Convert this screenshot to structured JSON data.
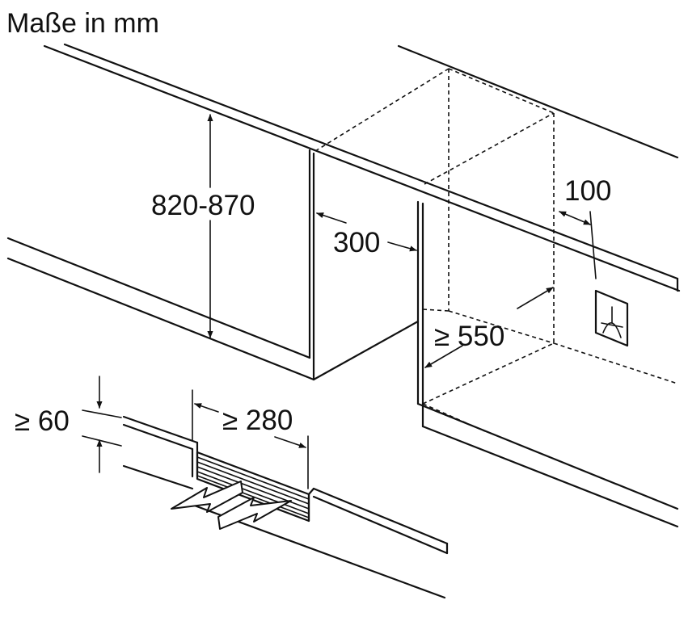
{
  "title": "Maße in mm",
  "dimensions": {
    "height": "820-870",
    "depth_cabinet": "300",
    "side_offset": "100",
    "min_depth": "≥ 550",
    "min_plinth_height": "≥ 60",
    "min_vent_width": "≥ 280"
  },
  "icons": {
    "socket": "power-socket-icon",
    "airflow": "airflow-arrows-icon"
  }
}
